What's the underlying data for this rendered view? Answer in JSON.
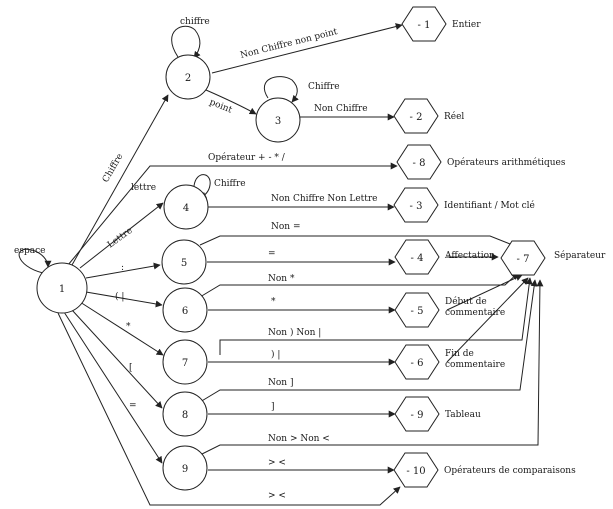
{
  "states": [
    {
      "id": "s1",
      "label": "1"
    },
    {
      "id": "s2",
      "label": "2"
    },
    {
      "id": "s3",
      "label": "3"
    },
    {
      "id": "s4",
      "label": "4"
    },
    {
      "id": "s5",
      "label": "5"
    },
    {
      "id": "s6",
      "label": "6"
    },
    {
      "id": "s7",
      "label": "7"
    },
    {
      "id": "s8",
      "label": "8"
    },
    {
      "id": "s9",
      "label": "9"
    }
  ],
  "finals": [
    {
      "id": "f1",
      "label": "- 1",
      "text": "Entier"
    },
    {
      "id": "f2",
      "label": "- 2",
      "text": "Réel"
    },
    {
      "id": "f8",
      "label": "- 8",
      "text": "Opérateurs arithmétiques"
    },
    {
      "id": "f3",
      "label": "- 3",
      "text": "Identifiant / Mot clé"
    },
    {
      "id": "f4",
      "label": "- 4",
      "text": "Affectation"
    },
    {
      "id": "f7",
      "label": "- 7",
      "text": "Séparateur"
    },
    {
      "id": "f5",
      "label": "- 5",
      "text": "Début de\ncommentaire"
    },
    {
      "id": "f6",
      "label": "- 6",
      "text": "Fin de\ncommentaire"
    },
    {
      "id": "f9",
      "label": "- 9",
      "text": "Tableau"
    },
    {
      "id": "f10",
      "label": "- 10",
      "text": "Opérateurs de comparaisons"
    }
  ],
  "labels": {
    "espace": "espace",
    "chiffre_loop": "chiffre",
    "chiffre_edge": "Chiffre",
    "non_chiffre_non_point": "Non Chiffre non point",
    "point": "point",
    "chiffre_loop3": "Chiffre",
    "non_chiffre": "Non Chiffre",
    "operateur": "Opérateur + - * /",
    "lettre_loop": "lettre",
    "chiffre_loop4": "Chiffre",
    "lettre_edge": "Lettre",
    "non_chiffre_non_lettre": "Non Chiffre Non Lettre",
    "colon": ":",
    "non_eq": "Non =",
    "eq": "=",
    "paren_star": "( |",
    "non_star": "Non *",
    "star": "*",
    "star_edge": "*",
    "non_paren_non_bar": "Non ) Non |",
    "paren_close": ") |",
    "bracket": "[",
    "non_bracket": "Non ]",
    "bracket_close": "]",
    "equal_edge": "=",
    "non_gt_non_lt": "Non > Non <",
    "gt_lt_a": "> <",
    "gt_lt_b": "> <"
  }
}
